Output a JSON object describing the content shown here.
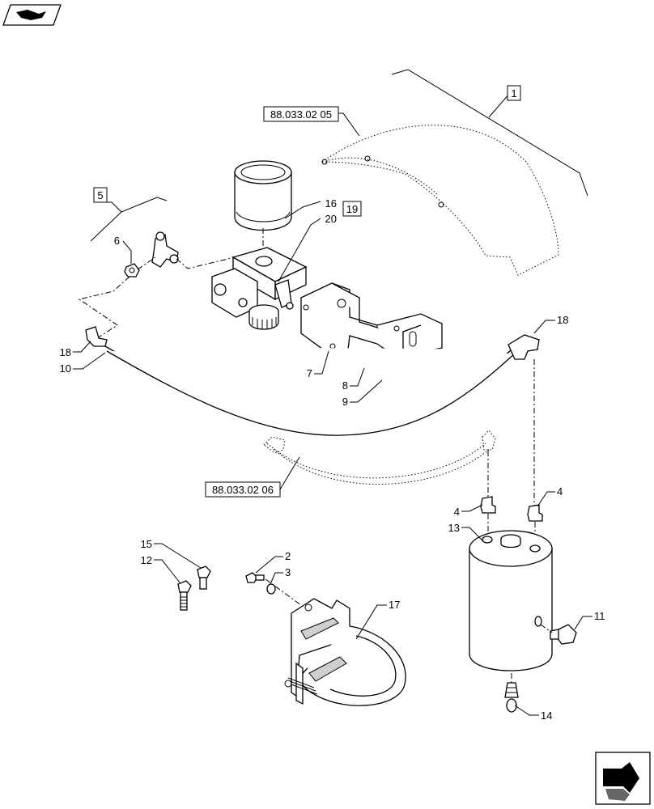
{
  "callouts": {
    "c1": "1",
    "c2": "2",
    "c3": "3",
    "c4a": "4",
    "c4b": "4",
    "c5": "5",
    "c6": "6",
    "c7": "7",
    "c8": "8",
    "c9": "9",
    "c10": "10",
    "c11": "11",
    "c12": "12",
    "c13": "13",
    "c14": "14",
    "c15": "15",
    "c16": "16",
    "c17": "17",
    "c18a": "18",
    "c18b": "18",
    "c19": "19",
    "c20": "20"
  },
  "references": {
    "ref_top": "88.033.02 05",
    "ref_mid": "88.033.02 06"
  },
  "icons": {
    "top_left": "book-icon",
    "bottom_right": "next-page-arrow-icon"
  }
}
